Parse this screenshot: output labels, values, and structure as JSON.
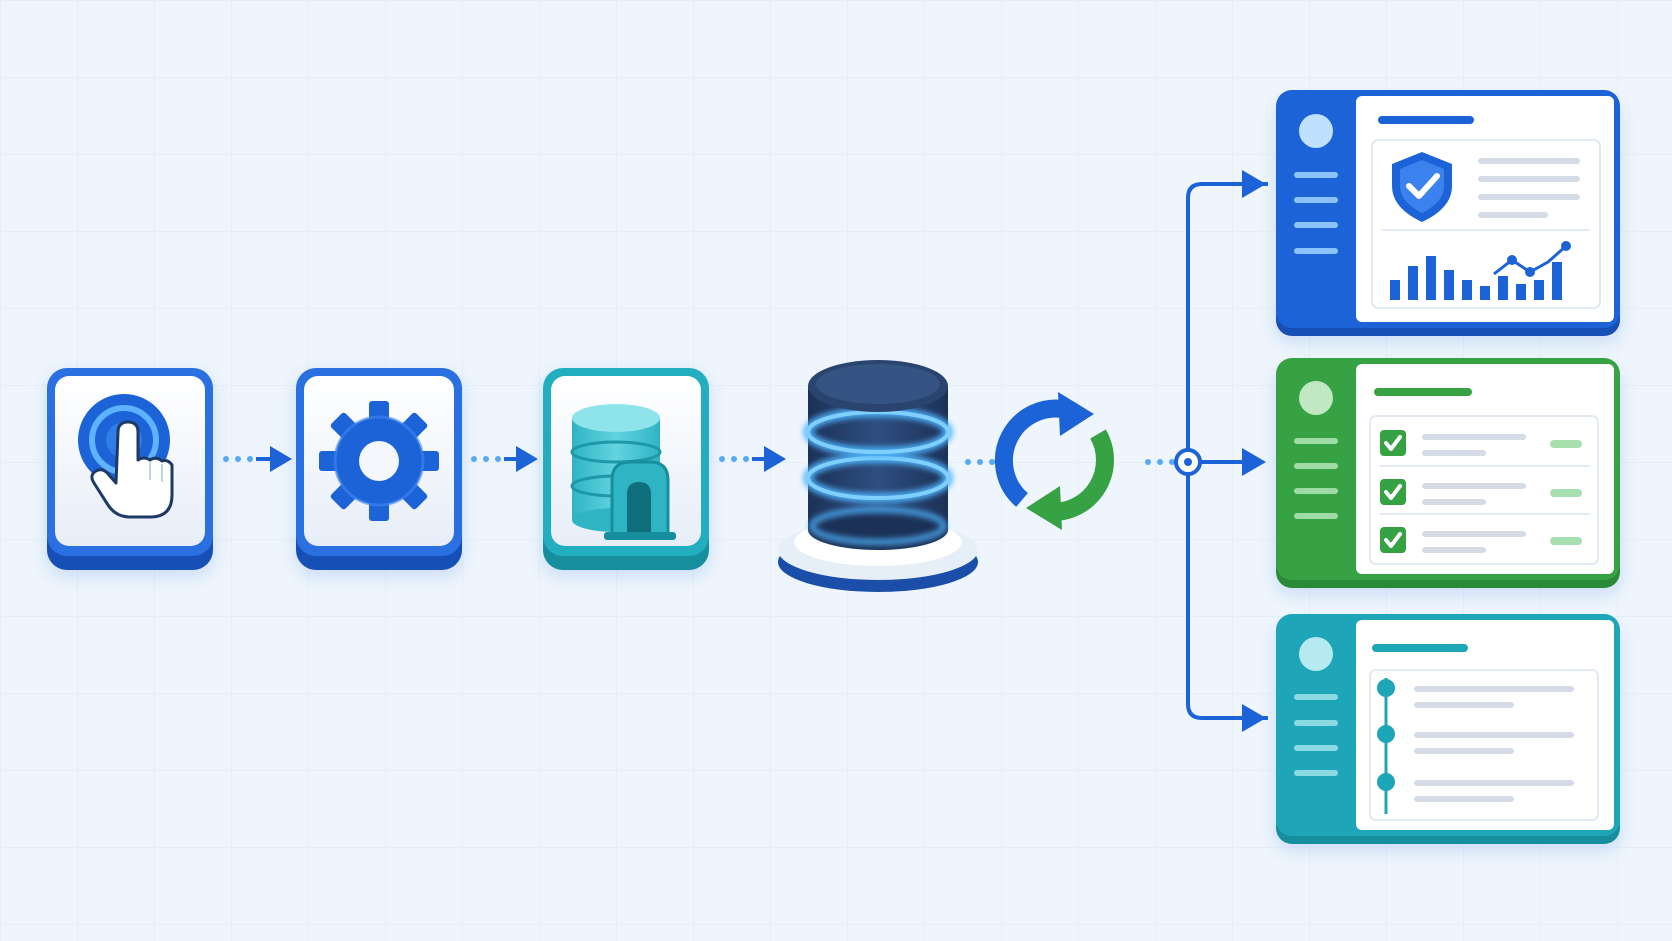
{
  "palette": {
    "background": "#eef5fc",
    "grid": "#dde8f4",
    "blue": "#1d63d8",
    "blue_dark": "#1550b5",
    "teal": "#1ea6b8",
    "teal_light": "#4cc9d8",
    "green": "#36a244",
    "green_dark": "#2b8a38",
    "navy": "#24416b",
    "glow": "#4fb6ff",
    "card_face": "#f6f9fd",
    "skeleton": "#d5dbe5"
  },
  "flow": {
    "steps": [
      {
        "name": "user-input",
        "icon": "touch-hand-icon",
        "accent": "blue"
      },
      {
        "name": "processing",
        "icon": "gear-icon",
        "accent": "blue"
      },
      {
        "name": "data-ingest",
        "icon": "database-gateway-icon",
        "accent": "teal"
      },
      {
        "name": "central-store",
        "icon": "database-icon",
        "accent": "navy"
      },
      {
        "name": "sync",
        "icon": "sync-arrows-icon",
        "accent": "green"
      }
    ],
    "outputs": [
      {
        "name": "security-analytics-panel",
        "accent": "blue",
        "content": "shield-and-charts"
      },
      {
        "name": "checklist-panel",
        "accent": "green",
        "content": "checklist"
      },
      {
        "name": "timeline-panel",
        "accent": "teal",
        "content": "timeline"
      }
    ]
  }
}
